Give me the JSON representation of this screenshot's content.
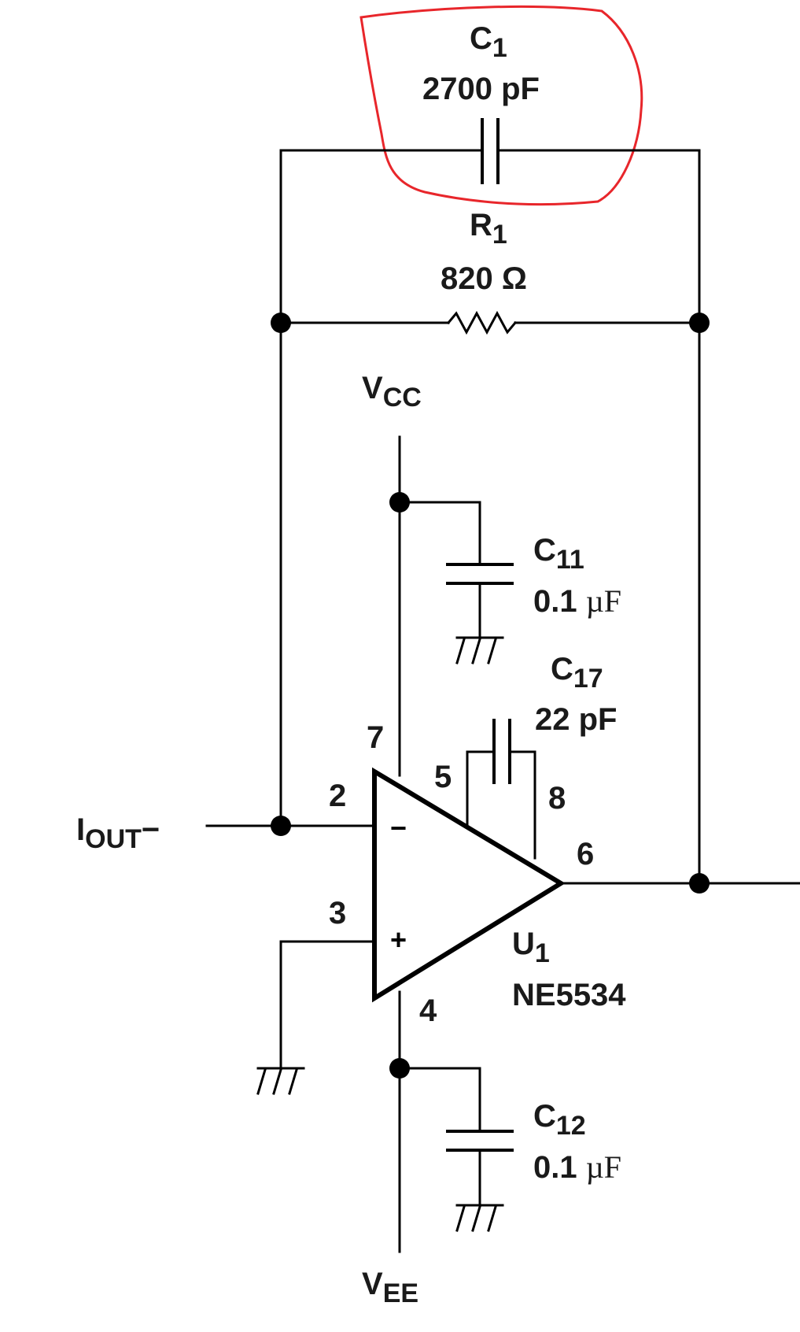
{
  "components": {
    "c1": {
      "name": "C",
      "sub": "1",
      "value": "2700 pF"
    },
    "r1": {
      "name": "R",
      "sub": "1",
      "value": "820 Ω"
    },
    "c11": {
      "name": "C",
      "sub": "11",
      "value_num": "0.1 ",
      "value_unit": "µF"
    },
    "c17": {
      "name": "C",
      "sub": "17",
      "value": "22 pF"
    },
    "c12": {
      "name": "C",
      "sub": "12",
      "value_num": "0.1 ",
      "value_unit": "µF"
    },
    "u1": {
      "name": "U",
      "sub": "1",
      "part": "NE5534"
    }
  },
  "rails": {
    "vcc": {
      "name": "V",
      "sub": "CC"
    },
    "vee": {
      "name": "V",
      "sub": "EE"
    }
  },
  "input": {
    "name": "I",
    "sub": "OUT",
    "suffix": "−"
  },
  "opamp": {
    "minus": "−",
    "plus": "+"
  },
  "pins": {
    "p2": "2",
    "p3": "3",
    "p4": "4",
    "p5": "5",
    "p6": "6",
    "p7": "7",
    "p8": "8"
  },
  "colors": {
    "highlight": "#e8262b",
    "ink": "#000000"
  }
}
